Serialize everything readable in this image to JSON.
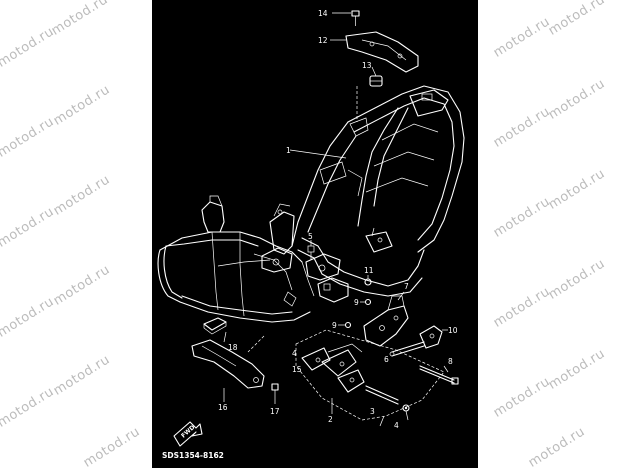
{
  "diagram": {
    "doc_code": "SDS1354-8162",
    "watermark_text": "motod.ru",
    "fwd_label": "FWD",
    "callouts": [
      {
        "id": "14",
        "text": "14"
      },
      {
        "id": "12",
        "text": "12"
      },
      {
        "id": "13",
        "text": "13"
      },
      {
        "id": "1",
        "text": "1"
      },
      {
        "id": "5",
        "text": "5"
      },
      {
        "id": "11",
        "text": "11"
      },
      {
        "id": "9a",
        "text": "9"
      },
      {
        "id": "7",
        "text": "7"
      },
      {
        "id": "9b",
        "text": "9"
      },
      {
        "id": "10",
        "text": "10"
      },
      {
        "id": "6",
        "text": "6"
      },
      {
        "id": "8",
        "text": "8"
      },
      {
        "id": "4a",
        "text": "4"
      },
      {
        "id": "15",
        "text": "15"
      },
      {
        "id": "18",
        "text": "18"
      },
      {
        "id": "16",
        "text": "16"
      },
      {
        "id": "17",
        "text": "17"
      },
      {
        "id": "2",
        "text": "2"
      },
      {
        "id": "3",
        "text": "3"
      },
      {
        "id": "4b",
        "text": "4"
      }
    ]
  }
}
